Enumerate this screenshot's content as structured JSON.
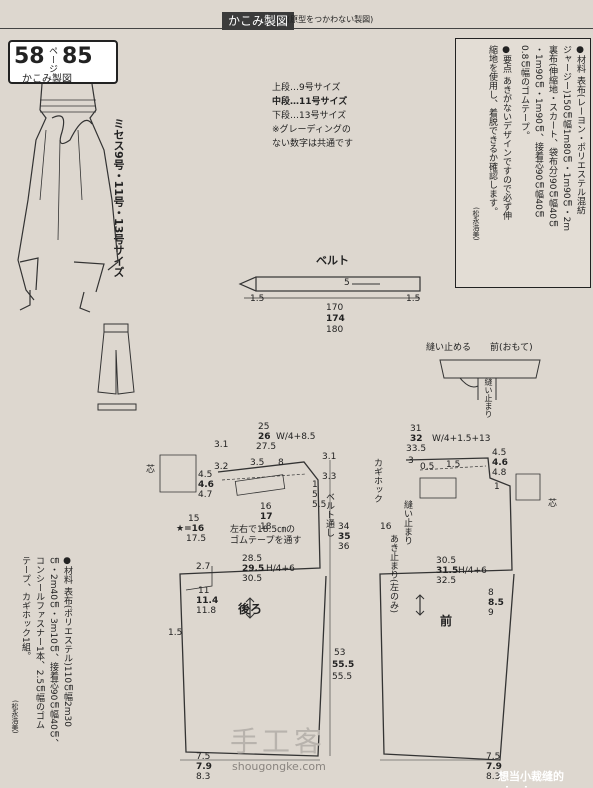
{
  "header": {
    "title": "かこみ製図",
    "subtitle": "(原型をつかわない製図)"
  },
  "badge": {
    "number": "58",
    "page_label": "ページ",
    "item": "85",
    "caption": "かこみ製図"
  },
  "size_title": "ミセス9号・11号・13号サイズ",
  "size_notes": {
    "line1": "上段…9号サイズ",
    "line2": "中段…11号サイズ",
    "line3": "下段…13号サイズ",
    "line4": "※グレーディングの",
    "line5": "ない数字は共通です"
  },
  "materials_box": {
    "col1": "●材料 表布(レーヨン・ポリエステル混紡",
    "col2": "ジャージー)150㎝幅1m80㎝・1m90㎝・2m",
    "col3": "裏布(伸縮地・スカート、袋布分)90㎝幅40㎝",
    "col4": "・1m90㎝・1m90㎝、接着芯90㎝幅40㎝",
    "col5": "0.8㎝幅のゴムテープ。",
    "col6": "●要点 あきがないデザインですので必ず伸",
    "col7": "縮地を使用し、着脱できるか確認します。",
    "col8": "(松永浩美)"
  },
  "left_materials": {
    "col1": "●材料 表布(ポリエステル)110㎝幅2m30",
    "col2": "㎝・2m40㎝・3m10㎝、接着芯90㎝幅40㎝、",
    "col3": "コンシールファスナー1本、2.5㎝幅のゴム",
    "col4": "テープ、カギホック1組。",
    "col5": "(松永浩美)"
  },
  "belt": {
    "label": "ベルト",
    "d_left": "1.5",
    "d_right": "1.5",
    "d_five": "5",
    "d170": "170",
    "d174": "174",
    "d180": "180"
  },
  "front_detail": {
    "label1": "縫い止める",
    "label2": "前(おもて)",
    "label3": "縫い止まり"
  },
  "back": {
    "label": "後ろ",
    "t25": "25",
    "t26": "26",
    "t275": "27.5",
    "tW": "W/4+8.5",
    "v31a": "3.1",
    "v32a": "3.2",
    "v31b": "3.1",
    "v33b": "3.3",
    "v45": "4.5",
    "v46": "4.6",
    "v47": "4.7",
    "v35": "3.5",
    "v8": "8",
    "v16": "16",
    "v17": "17",
    "v18": "18",
    "v15a": "15",
    "vStar16": "★=16",
    "v175": "17.5",
    "v5": "5",
    "v55": "5.5",
    "v1": "1",
    "beltNote": "ベルト通し",
    "v34": "34",
    "v35b": "35",
    "v36": "36",
    "gomNote1": "左右で18.5㎝の",
    "gomNote2": "ゴムテープを通す",
    "h285": "28.5",
    "h295": "29.5",
    "hH": "H/4+6",
    "h305": "30.5",
    "v27": "2.7",
    "v11": "11",
    "v114": "11.4",
    "v118": "11.8",
    "v15b": "1.5",
    "v53": "53",
    "v555": "55.5",
    "v555b": "55.5",
    "b75": "7.5",
    "b79": "7.9",
    "b83": "8.3",
    "kokoro": "芯"
  },
  "front": {
    "label": "前",
    "t31": "31",
    "t32": "32",
    "tW": "W/4+1.5+13",
    "t335": "33.5",
    "v3": "3",
    "v05": "0.5",
    "v15": "1.5",
    "v45": "4.5",
    "v46": "4.6",
    "v48": "4.8",
    "v1": "1",
    "hook": "カギホック",
    "stitch": "縫い止まり",
    "v16": "16",
    "opening": "あき止まり(左のみ)",
    "h305": "30.5",
    "h315": "31.5",
    "hH": "H/4+6",
    "h325": "32.5",
    "v8": "8",
    "v85": "8.5",
    "v9": "9",
    "b75": "7.5",
    "b79": "7.9",
    "b83": "8.3",
    "kokoro": "芯"
  },
  "watermark": {
    "text": "手工客",
    "url": "shougongke.com",
    "credit": "想当小裁缝的yinyin"
  }
}
